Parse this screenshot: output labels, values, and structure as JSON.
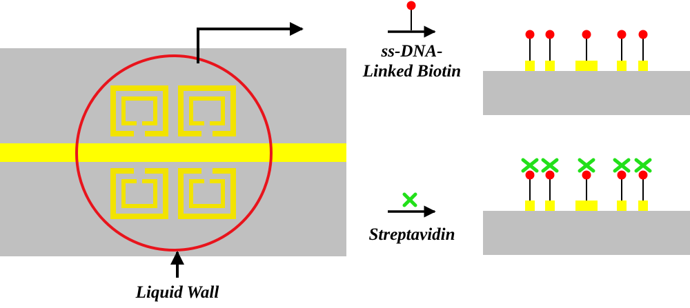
{
  "labels": {
    "liquid_wall": "Liquid Wall",
    "ssdna_line1": "ss-DNA-",
    "ssdna_line2": "Linked Biotin",
    "streptavidin": "Streptavidin"
  },
  "colors": {
    "substrate": "#c0c0c0",
    "gold": "#ffff00",
    "gold_split_ring": "#f2e300",
    "liquid_wall_circle": "#e8141c",
    "biotin": "#ff0000",
    "streptavidin": "#22e01a",
    "stroke": "#000000",
    "background": "#ffffff"
  },
  "icons": {
    "biotin_marker": "red-dot-on-stick-icon",
    "streptavidin_marker": "green-x-icon",
    "flow_arrow": "arrow-right-icon",
    "pointer_arrow": "arrow-up-icon"
  },
  "panels": {
    "top_probe_count": 5,
    "bottom_probe_count": 5
  }
}
